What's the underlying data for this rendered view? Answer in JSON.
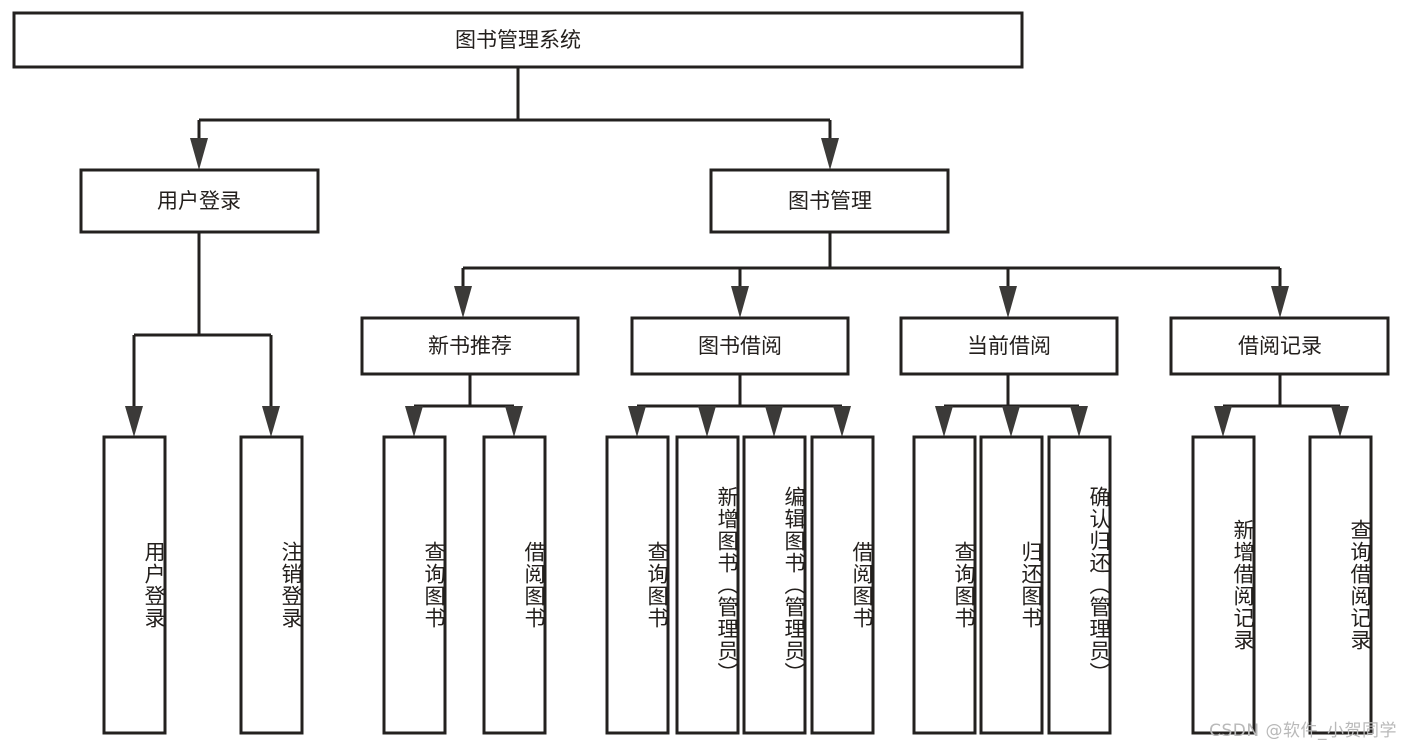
{
  "diagram": {
    "type": "tree-hierarchy-diagram",
    "title": "图书管理系统",
    "watermark": "CSDN @软件_小贺同学",
    "colors": {
      "background": "#ffffff",
      "stroke": "#23211f",
      "text": "#231f1c",
      "arrow": "#3b3a38",
      "watermark": "#b9b9b9"
    },
    "levels": {
      "level1": [
        {
          "id": "root",
          "label": "图书管理系统",
          "orientation": "horizontal"
        }
      ],
      "level2": [
        {
          "id": "user-login",
          "label": "用户登录",
          "orientation": "horizontal"
        },
        {
          "id": "book-manage",
          "label": "图书管理",
          "orientation": "horizontal"
        }
      ],
      "level3": [
        {
          "id": "new-book-recommend",
          "label": "新书推荐",
          "orientation": "horizontal"
        },
        {
          "id": "book-borrow",
          "label": "图书借阅",
          "orientation": "horizontal"
        },
        {
          "id": "current-borrow",
          "label": "当前借阅",
          "orientation": "horizontal"
        },
        {
          "id": "borrow-record",
          "label": "借阅记录",
          "orientation": "horizontal"
        }
      ],
      "level4": [
        {
          "id": "leaf-user-login",
          "label": "用户登录",
          "parent": "user-login",
          "orientation": "vertical"
        },
        {
          "id": "leaf-logout",
          "label": "注销登录",
          "parent": "user-login",
          "orientation": "vertical"
        },
        {
          "id": "leaf-query-book-1",
          "label": "查询图书",
          "parent": "new-book-recommend",
          "orientation": "vertical"
        },
        {
          "id": "leaf-borrow-book-1",
          "label": "借阅图书",
          "parent": "new-book-recommend",
          "orientation": "vertical"
        },
        {
          "id": "leaf-query-book-2",
          "label": "查询图书",
          "parent": "book-borrow",
          "orientation": "vertical"
        },
        {
          "id": "leaf-add-book",
          "label": "新增图书（管理员）",
          "parent": "book-borrow",
          "orientation": "vertical"
        },
        {
          "id": "leaf-edit-book",
          "label": "编辑图书（管理员）",
          "parent": "book-borrow",
          "orientation": "vertical"
        },
        {
          "id": "leaf-borrow-book-2",
          "label": "借阅图书",
          "parent": "book-borrow",
          "orientation": "vertical"
        },
        {
          "id": "leaf-query-book-3",
          "label": "查询图书",
          "parent": "current-borrow",
          "orientation": "vertical"
        },
        {
          "id": "leaf-return-book",
          "label": "归还图书",
          "parent": "current-borrow",
          "orientation": "vertical"
        },
        {
          "id": "leaf-confirm-return",
          "label": "确认归还（管理员）",
          "parent": "current-borrow",
          "orientation": "vertical"
        },
        {
          "id": "leaf-add-record",
          "label": "新增借阅记录",
          "parent": "borrow-record",
          "orientation": "vertical"
        },
        {
          "id": "leaf-query-record",
          "label": "查询借阅记录",
          "parent": "borrow-record",
          "orientation": "vertical"
        }
      ]
    }
  }
}
